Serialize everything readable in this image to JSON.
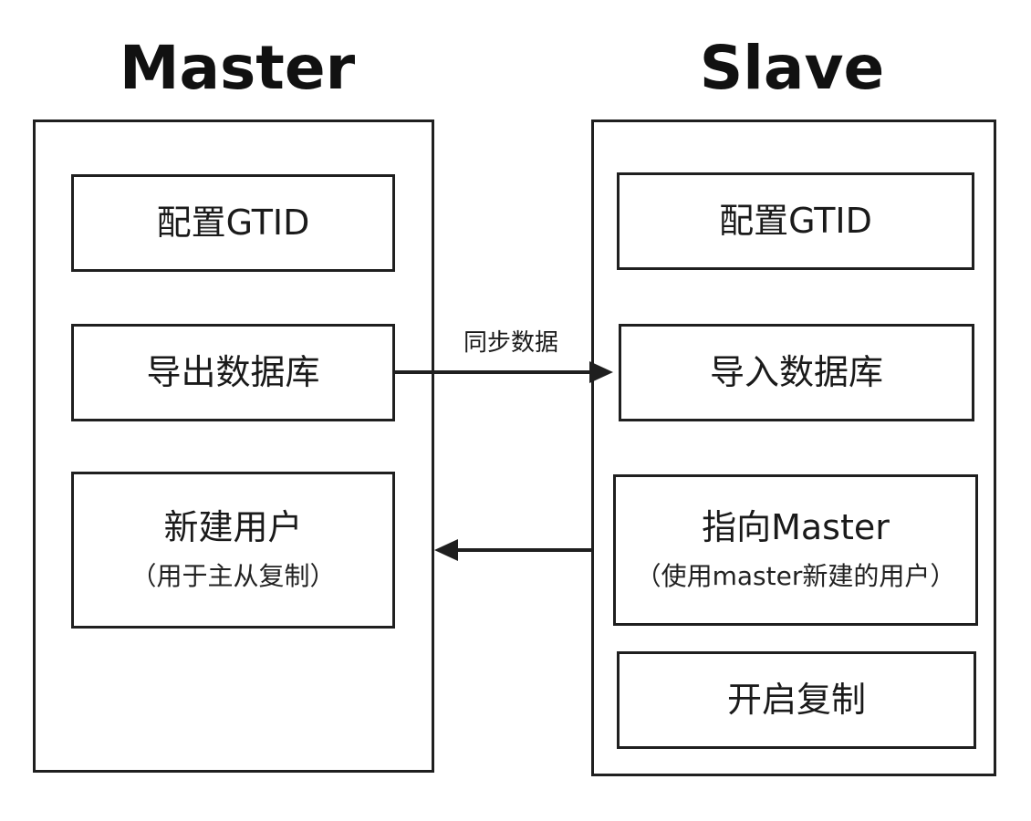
{
  "master": {
    "title": "Master",
    "steps": [
      {
        "label": "配置GTID"
      },
      {
        "label": "导出数据库"
      },
      {
        "label": "新建用户",
        "note": "（用于主从复制）"
      }
    ]
  },
  "slave": {
    "title": "Slave",
    "steps": [
      {
        "label": "配置GTID"
      },
      {
        "label": "导入数据库"
      },
      {
        "label": "指向Master",
        "note": "（使用master新建的用户）"
      },
      {
        "label": "开启复制"
      }
    ]
  },
  "arrows": {
    "sync_label": "同步数据"
  }
}
